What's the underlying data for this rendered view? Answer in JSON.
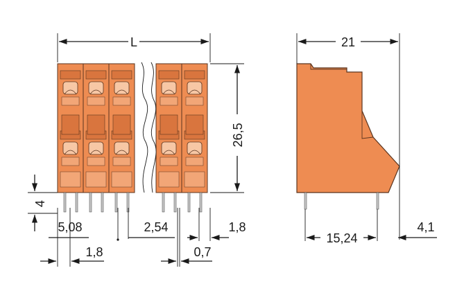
{
  "colors": {
    "body": "#ee8c52",
    "body_light": "#f2a677",
    "body_dark": "#d9753e",
    "window": "#f7c7a5",
    "outline": "#5a3520",
    "pin": "#c8c8c8",
    "line": "#1a1a1a"
  },
  "dimensions": {
    "length": "L",
    "height": "26,5",
    "pin_height": "4",
    "pitch": "5,08",
    "offset": "1,8",
    "half_pitch": "2,54",
    "right_margin": "1,8",
    "pin_width": "0,7",
    "depth": "21",
    "pin_spacing": "15,24",
    "side_offset": "4,1"
  }
}
